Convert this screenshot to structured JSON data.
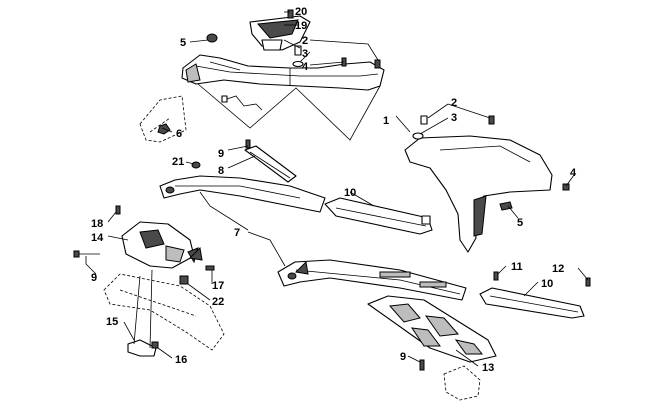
{
  "callouts": {
    "n1": "1",
    "n2a": "2",
    "n2b": "2",
    "n3a": "3",
    "n3b": "3",
    "n4a": "4",
    "n4b": "4",
    "n5a": "5",
    "n5b": "5",
    "n6": "6",
    "n7": "7",
    "n8": "8",
    "n9a": "9",
    "n9b": "9",
    "n9c": "9",
    "n10a": "10",
    "n10b": "10",
    "n11": "11",
    "n12": "12",
    "n13": "13",
    "n14": "14",
    "n15": "15",
    "n16": "16",
    "n17": "17",
    "n18": "18",
    "n19": "19",
    "n20": "20",
    "n21": "21",
    "n22": "22"
  }
}
